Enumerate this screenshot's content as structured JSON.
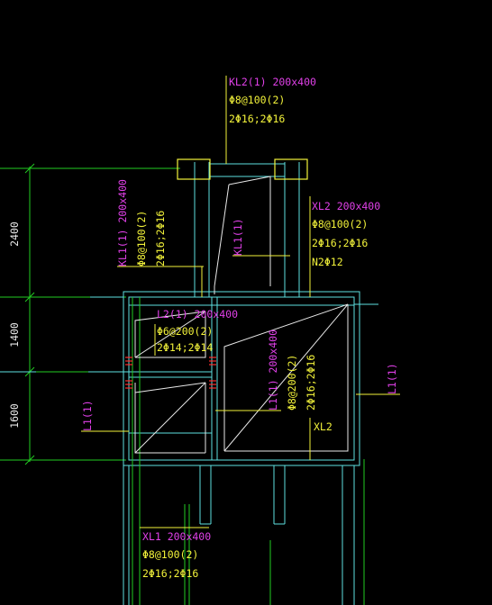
{
  "dimensions": [
    "2400",
    "1400",
    "1600"
  ],
  "beams": {
    "kl2": {
      "name": "KL2(1) 200x400",
      "stirrup": "Φ8@100(2)",
      "bars": "2Φ16;2Φ16"
    },
    "kl1_left": {
      "name": "KL1(1) 200x400",
      "stirrup": "Φ8@100(2)",
      "bars": "2Φ16;2Φ16"
    },
    "kl1_center": {
      "name": "KL1(1)"
    },
    "xl2_top": {
      "name": "XL2 200x400",
      "stirrup": "Φ8@100(2)",
      "bars": "2Φ16;2Φ16",
      "extra": "N2Φ12"
    },
    "l2": {
      "name": "L2(1) 200x400",
      "stirrup": "Φ6@200(2)",
      "bars": "2Φ14;2Φ14"
    },
    "l1_center": {
      "name": "L1(1) 200x400",
      "stirrup": "Φ8@200(2)",
      "bars": "2Φ16;2Φ16"
    },
    "l1_right": {
      "name": "L1(1)"
    },
    "l1_left": {
      "name": "L1(1)"
    },
    "xl2_bottom": {
      "name": "XL2"
    },
    "xl1": {
      "name": "XL1 200x400",
      "stirrup": "Φ8@100(2)",
      "bars": "2Φ16;2Φ16"
    }
  },
  "colors": {
    "background": "#000000",
    "dimension": "#22cc22",
    "wall": "#5ee0e0",
    "column": "#f2f23a",
    "leader": "#f2f23a",
    "beam_tag": "#e040e8",
    "rebar": "#e8e8e8",
    "reinforcement_mark": "#ff3030"
  }
}
